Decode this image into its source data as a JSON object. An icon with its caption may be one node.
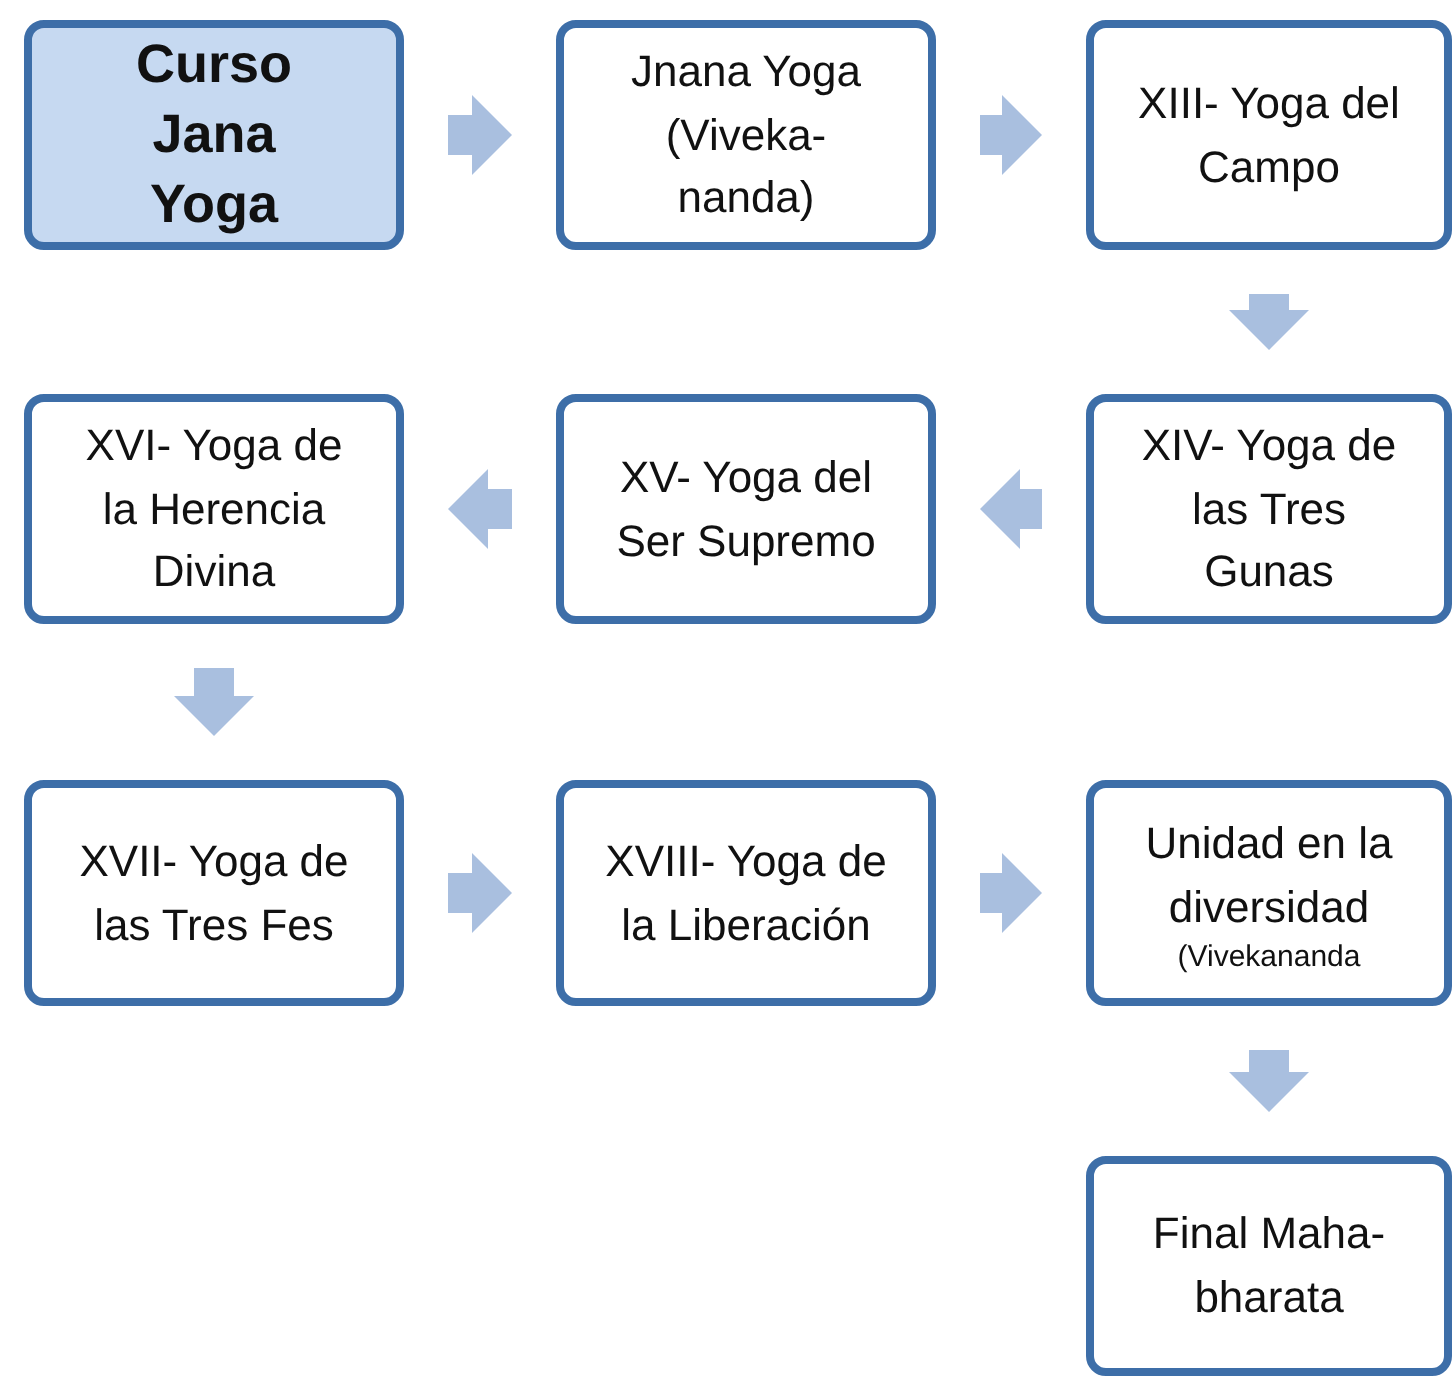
{
  "diagram": {
    "nodes": [
      {
        "text": [
          "Curso Jana Yoga"
        ]
      },
      {
        "text": [
          "Jnana Yoga (Viveka- nanda)"
        ]
      },
      {
        "text": [
          "XIII- Yoga del Campo"
        ]
      },
      {
        "text": [
          "XIV- Yoga de las Tres Gunas"
        ]
      },
      {
        "text": [
          "XV- Yoga del Ser Supremo"
        ]
      },
      {
        "text": [
          "XVI- Yoga de la Herencia Divina"
        ]
      },
      {
        "text": [
          "XVII- Yoga de las Tres Fes"
        ]
      },
      {
        "text": [
          "XVIII- Yoga de la Liberación"
        ]
      },
      {
        "text": [
          "Unidad en la diversidad",
          "(Vivekananda"
        ]
      },
      {
        "text": [
          "Final Maha- bharata"
        ]
      }
    ],
    "edges": [
      {
        "from": 0,
        "to": 1,
        "arrow": "to"
      },
      {
        "from": 1,
        "to": 2,
        "arrow": "to"
      },
      {
        "from": 2,
        "to": 3,
        "arrow": "to"
      },
      {
        "from": 3,
        "to": 4,
        "arrow": "to"
      },
      {
        "from": 4,
        "to": 5,
        "arrow": "to"
      },
      {
        "from": 5,
        "to": 6,
        "arrow": "to"
      },
      {
        "from": 6,
        "to": 7,
        "arrow": "to"
      },
      {
        "from": 7,
        "to": 8,
        "arrow": "to"
      },
      {
        "from": 8,
        "to": 9,
        "arrow": "to"
      }
    ]
  }
}
